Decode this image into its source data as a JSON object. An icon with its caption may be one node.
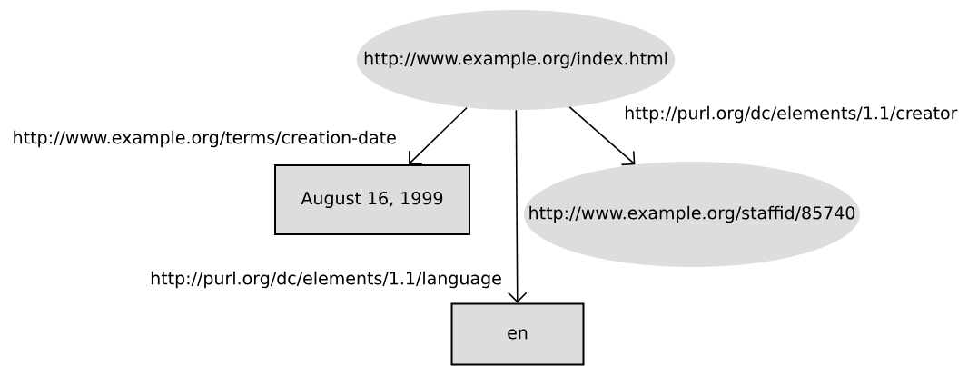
{
  "diagram": {
    "nodes": [
      {
        "text": [
          "http://www.example.org/index.html"
        ]
      },
      {
        "text": [
          "August 16, 1999"
        ]
      },
      {
        "text": [
          "http://www.example.org/staffid/85740"
        ]
      },
      {
        "text": [
          "en"
        ]
      }
    ],
    "edges": [
      {
        "from": 0,
        "to": 1,
        "arrow": "to",
        "label": "http://www.example.org/terms/creation-date"
      },
      {
        "from": 0,
        "to": 2,
        "arrow": "to",
        "label": "http://purl.org/dc/elements/1.1/creator"
      },
      {
        "from": 0,
        "to": 3,
        "arrow": "to",
        "label": "http://purl.org/dc/elements/1.1/language"
      }
    ]
  }
}
